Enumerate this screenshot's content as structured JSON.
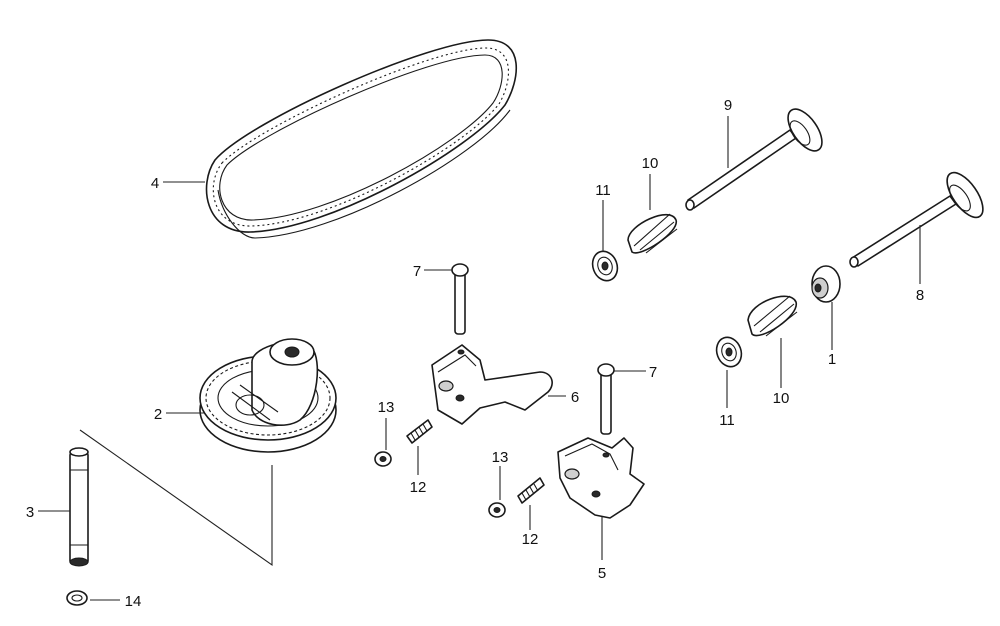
{
  "callouts": {
    "c1": "1",
    "c2": "2",
    "c3": "3",
    "c4": "4",
    "c5": "5",
    "c6": "6",
    "c7a": "7",
    "c7b": "7",
    "c8": "8",
    "c9": "9",
    "c10a": "10",
    "c10b": "10",
    "c11a": "11",
    "c11b": "11",
    "c12a": "12",
    "c12b": "12",
    "c13a": "13",
    "c13b": "13",
    "c14": "14"
  }
}
